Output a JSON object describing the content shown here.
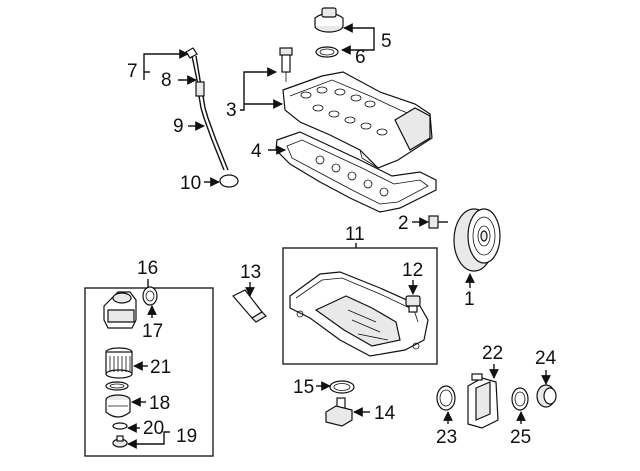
{
  "callouts": {
    "n1": "1",
    "n2": "2",
    "n3": "3",
    "n4": "4",
    "n5": "5",
    "n6": "6",
    "n7": "7",
    "n8": "8",
    "n9": "9",
    "n10": "10",
    "n11": "11",
    "n12": "12",
    "n13": "13",
    "n14": "14",
    "n15": "15",
    "n16": "16",
    "n17": "17",
    "n18": "18",
    "n19": "19",
    "n20": "20",
    "n21": "21",
    "n22": "22",
    "n23": "23",
    "n24": "24",
    "n25": "25"
  }
}
